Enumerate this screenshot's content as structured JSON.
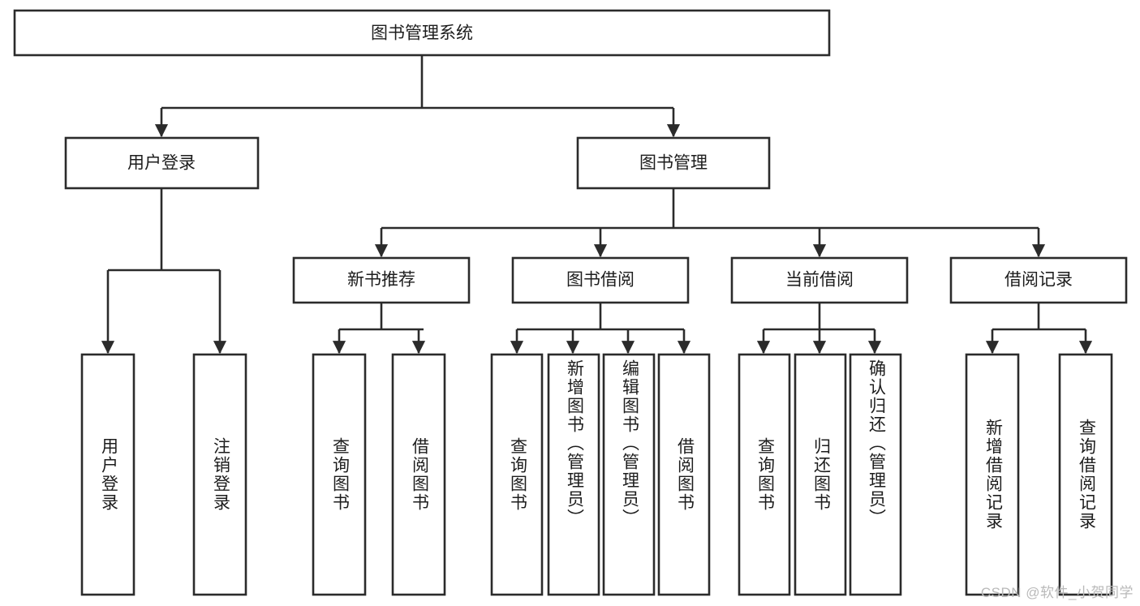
{
  "diagram": {
    "type": "tree",
    "title": "图书管理系统",
    "watermark": "CSDN @软件_小贺同学",
    "colors": {
      "box_stroke": "#2b2b2b",
      "box_fill": "#ffffff",
      "connector": "#2b2b2b",
      "text": "#1d1d1d",
      "watermark": "#b9b9b9",
      "background": "#ffffff"
    },
    "root": {
      "label": "图书管理系统",
      "orientation": "horizontal"
    },
    "level2": [
      {
        "label": "用户登录",
        "orientation": "horizontal"
      },
      {
        "label": "图书管理",
        "orientation": "horizontal"
      }
    ],
    "level3": [
      {
        "label": "新书推荐",
        "orientation": "horizontal"
      },
      {
        "label": "图书借阅",
        "orientation": "horizontal"
      },
      {
        "label": "当前借阅",
        "orientation": "horizontal"
      },
      {
        "label": "借阅记录",
        "orientation": "horizontal"
      }
    ],
    "leaves": [
      {
        "label": "用户登录",
        "parent": "用户登录",
        "orientation": "vertical"
      },
      {
        "label": "注销登录",
        "parent": "用户登录",
        "orientation": "vertical"
      },
      {
        "label": "查询图书",
        "parent": "新书推荐",
        "orientation": "vertical"
      },
      {
        "label": "借阅图书",
        "parent": "新书推荐",
        "orientation": "vertical"
      },
      {
        "label": "查询图书",
        "parent": "图书借阅",
        "orientation": "vertical"
      },
      {
        "label": "新增图书（管理员）",
        "parent": "图书借阅",
        "orientation": "vertical"
      },
      {
        "label": "编辑图书（管理员）",
        "parent": "图书借阅",
        "orientation": "vertical"
      },
      {
        "label": "借阅图书",
        "parent": "图书借阅",
        "orientation": "vertical"
      },
      {
        "label": "查询图书",
        "parent": "当前借阅",
        "orientation": "vertical"
      },
      {
        "label": "归还图书",
        "parent": "当前借阅",
        "orientation": "vertical"
      },
      {
        "label": "确认归还（管理员）",
        "parent": "当前借阅",
        "orientation": "vertical"
      },
      {
        "label": "新增借阅记录",
        "parent": "借阅记录",
        "orientation": "vertical"
      },
      {
        "label": "查询借阅记录",
        "parent": "借阅记录",
        "orientation": "vertical"
      }
    ]
  }
}
